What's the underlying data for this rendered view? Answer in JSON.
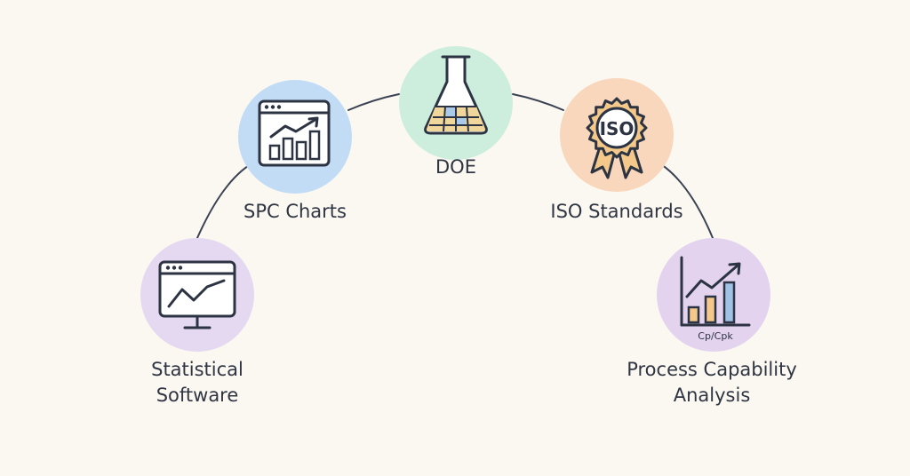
{
  "nodes": [
    {
      "id": "statistical-software",
      "label_lines": [
        "Statistical",
        "Software"
      ],
      "fill": "#e5d9f1",
      "icon": "monitor-chart-icon"
    },
    {
      "id": "spc-charts",
      "label_lines": [
        "SPC Charts"
      ],
      "fill": "#c3dcf5",
      "icon": "browser-bar-chart-icon"
    },
    {
      "id": "doe",
      "label_lines": [
        "DOE"
      ],
      "fill": "#cdeedd",
      "icon": "flask-icon"
    },
    {
      "id": "iso-standards",
      "label_lines": [
        "ISO Standards"
      ],
      "fill": "#f8d7bd",
      "icon": "iso-badge-icon"
    },
    {
      "id": "process-capability",
      "label_lines": [
        "Process Capability",
        "Analysis"
      ],
      "fill": "#e3d3ef",
      "icon": "capability-chart-icon",
      "icon_text": "Cp/Cpk"
    }
  ],
  "iso_badge_text": "ISO",
  "colors": {
    "background": "#fbf8f1",
    "line": "#3b4253",
    "accent_orange": "#f3c88a",
    "accent_blue": "#9fc2e6"
  }
}
